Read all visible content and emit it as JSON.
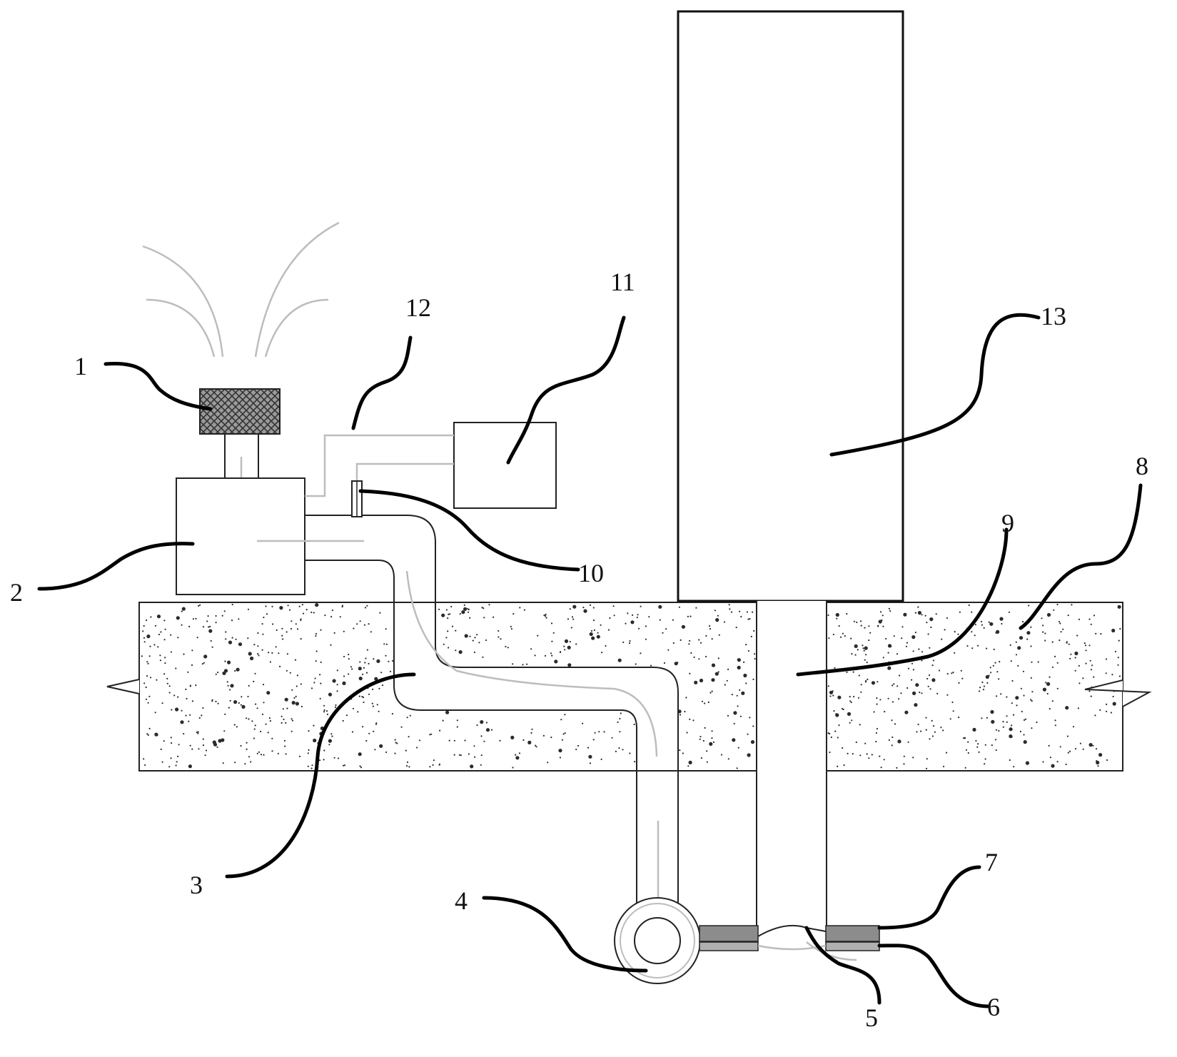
{
  "labels": {
    "l1": "1",
    "l2": "2",
    "l3": "3",
    "l4": "4",
    "l5": "5",
    "l6": "6",
    "l7": "7",
    "l8": "8",
    "l9": "9",
    "l10": "10",
    "l11": "11",
    "l12": "12",
    "l13": "13"
  },
  "colors": {
    "line": "#222222",
    "flow": "#bdbdbd",
    "filter": "#7a7a7a",
    "seal": "#8c8c8c",
    "ground_speckle": "#2b2b2b"
  }
}
